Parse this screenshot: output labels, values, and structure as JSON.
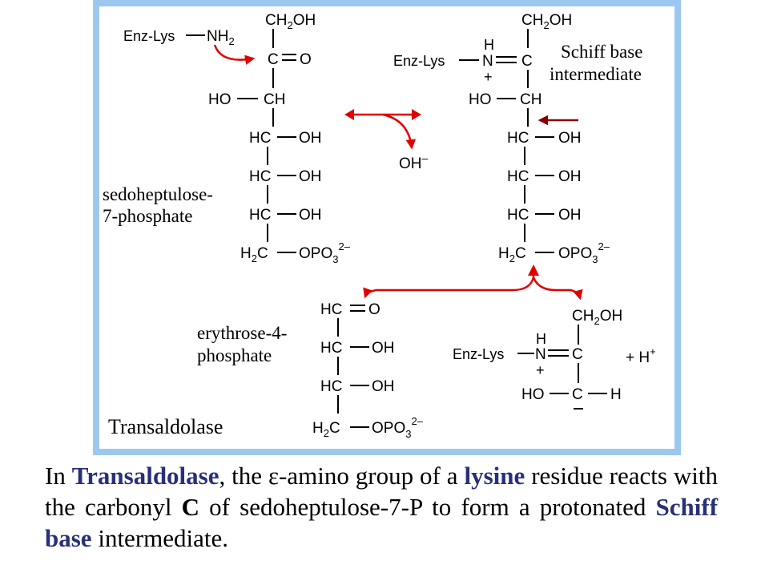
{
  "slide": {
    "panel_border_color": "#9cc8f0",
    "arrow_color": "#e00000",
    "dark_arrow_color": "#8b0000",
    "highlight_color": "#28307a"
  },
  "reactant": {
    "enzyme": "Enz-Lys",
    "amine": "NH",
    "amine_sub": "2",
    "c1_group": "CH",
    "c1_sub": "2",
    "c1_tail": "OH",
    "c2": "C",
    "c2_o": "O",
    "c3_left": "HO",
    "c3": "CH",
    "c4": "HC",
    "c4_right": "OH",
    "c5": "HC",
    "c5_right": "OH",
    "c6": "HC",
    "c6_right": "OH",
    "c7": "H",
    "c7_sub": "2",
    "c7_tail": "C",
    "phosphate": "OPO",
    "phosphate_sub": "3",
    "phosphate_charge": "2–",
    "name_line1": "sedoheptulose-",
    "name_line2": "7-phosphate"
  },
  "hydroxide": {
    "label": "OH",
    "charge": "–"
  },
  "intermediate": {
    "enzyme": "Enz-Lys",
    "h": "H",
    "n": "N",
    "plus": "+",
    "c1_group": "CH",
    "c1_sub": "2",
    "c1_tail": "OH",
    "c2": "C",
    "c3_left": "HO",
    "c3": "CH",
    "c4": "HC",
    "c4_right": "OH",
    "c5": "HC",
    "c5_right": "OH",
    "c6": "HC",
    "c6_right": "OH",
    "c7": "H",
    "c7_sub": "2",
    "c7_tail": "C",
    "phosphate": "OPO",
    "phosphate_sub": "3",
    "phosphate_charge": "2–",
    "name_line1": "Schiff base",
    "name_line2": "intermediate"
  },
  "product_e4p": {
    "c1": "HC",
    "c1_o": "O",
    "c2": "HC",
    "c2_right": "OH",
    "c3": "HC",
    "c3_right": "OH",
    "c4": "H",
    "c4_sub": "2",
    "c4_tail": "C",
    "phosphate": "OPO",
    "phosphate_sub": "3",
    "phosphate_charge": "2–",
    "name_line1": "erythrose-4-",
    "name_line2": "phosphate"
  },
  "product_enzyme": {
    "enzyme": "Enz-Lys",
    "h": "H",
    "n": "N",
    "plus": "+",
    "c1_group": "CH",
    "c1_sub": "2",
    "c1_tail": "OH",
    "c2": "C",
    "c3_left": "HO",
    "c3": "C",
    "c3_right": "H",
    "proton": "+ H",
    "proton_charge": "+"
  },
  "enzyme_title": "Transaldolase",
  "caption": {
    "p1": "In ",
    "transaldolase": "Transaldolase",
    "p2": ", the ε-amino group of a ",
    "lysine": "lysine",
    "p3": " residue reacts with the carbonyl ",
    "c": "C",
    "p4": " of sedoheptulose-7-P to form a protonated ",
    "schiff": "Schiff base",
    "p5": " intermediate."
  }
}
